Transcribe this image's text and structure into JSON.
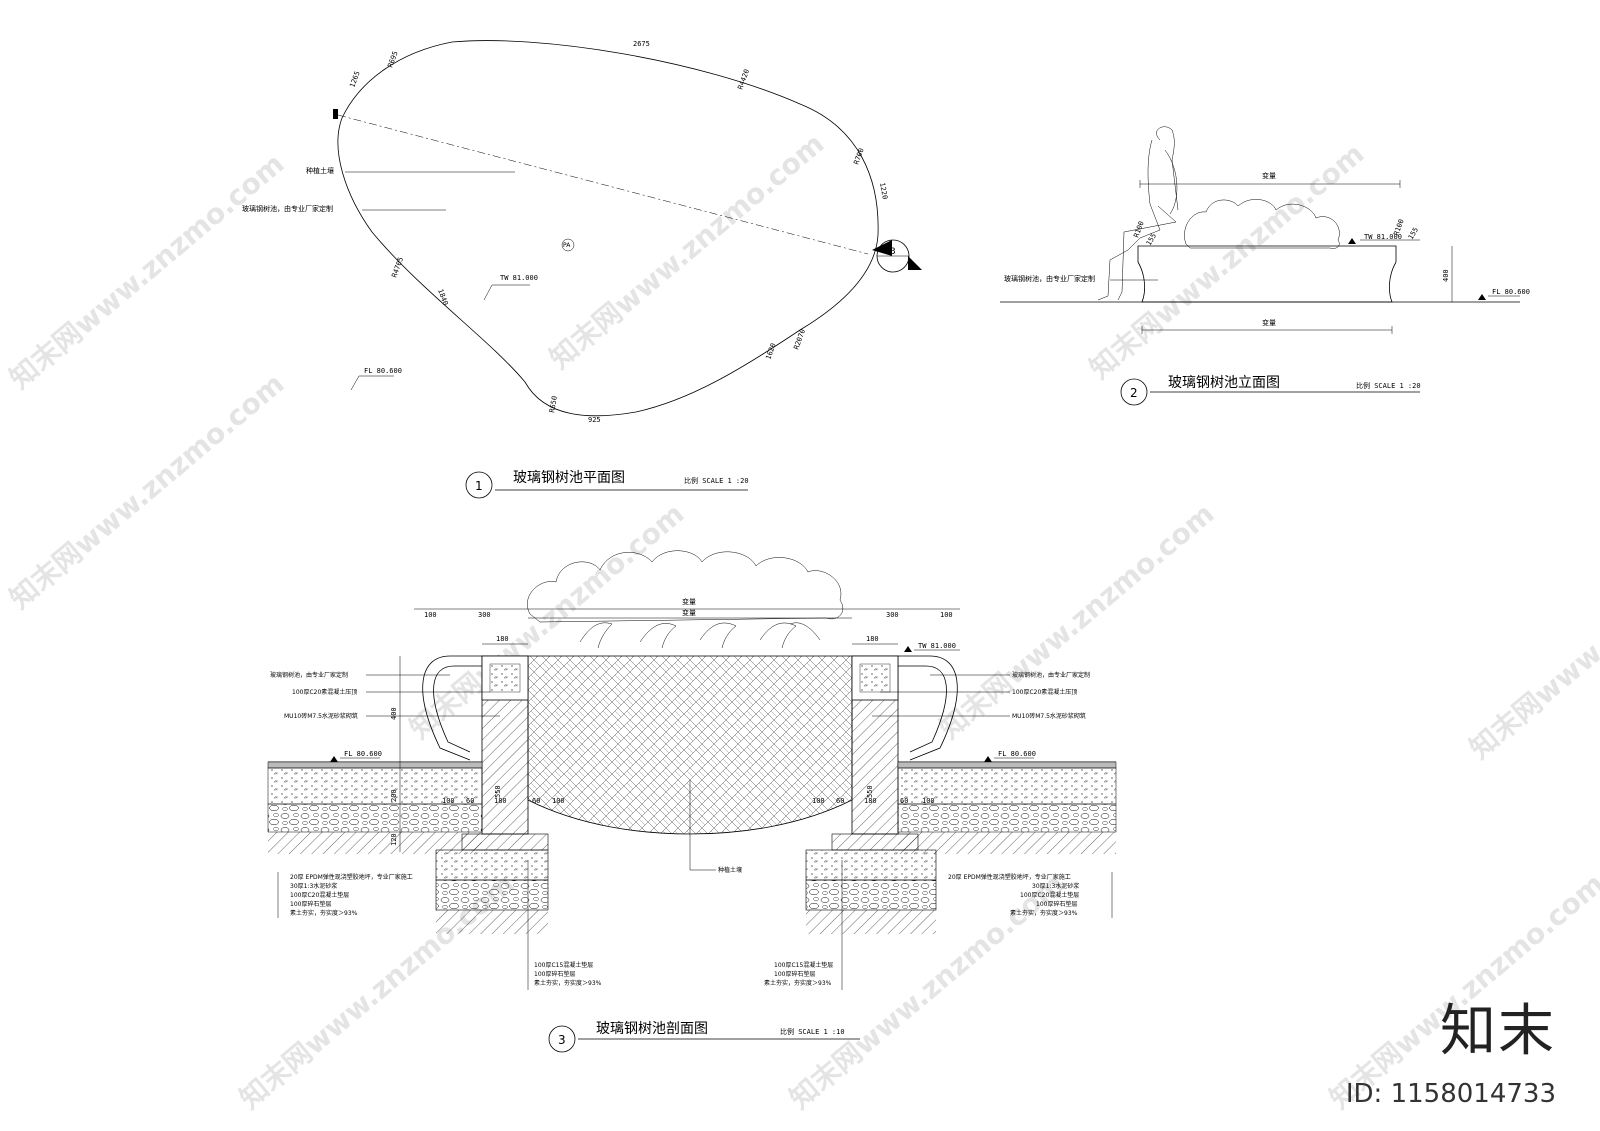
{
  "plan": {
    "title": "玻璃钢树池平面图",
    "number": "1",
    "scale": "比例 SCALE 1 :20",
    "dims": [
      "2675",
      "R4420",
      "R700",
      "1220",
      "R2070",
      "1620",
      "925",
      "R650",
      "1840",
      "R4705",
      "1265",
      "R695"
    ],
    "labels": {
      "soil": "种植土壤",
      "pool": "玻璃钢树池，由专业厂家定制",
      "pa": "PA",
      "tw": "TW 81.000",
      "fl": "FL 80.600",
      "section_ref": "3"
    }
  },
  "elevation": {
    "title": "玻璃钢树池立面图",
    "number": "2",
    "scale": "比例 SCALE 1 :20",
    "var_top": "变量",
    "var_bottom": "变量",
    "tw": "TW 81.000",
    "fl": "FL 80.600",
    "height": "400",
    "pool_label": "玻璃钢树池，由专业厂家定制",
    "r155a": "155",
    "r155b": "155",
    "r100a": "R100",
    "r100b": "R100"
  },
  "section": {
    "title": "玻璃钢树池剖面图",
    "number": "3",
    "scale": "比例 SCALE 1 :10",
    "var_top": "变量",
    "var_mid": "变量",
    "d100": "100",
    "d300": "300",
    "d180": "180",
    "d60": "60",
    "d400": "400",
    "d550": "550",
    "d200": "200",
    "d120": "120",
    "tw": "TW 81.000",
    "fl": "FL 80.600",
    "soil": "种植土壤",
    "left_top": [
      "玻璃钢树池，由专业厂家定制",
      "100厚C20素混凝土压顶",
      "MU10砖M7.5水泥砂浆砌筑"
    ],
    "right_top": [
      "玻璃钢树池，由专业厂家定制",
      "100厚C20素混凝土压顶",
      "MU10砖M7.5水泥砂浆砌筑"
    ],
    "left_layers": [
      "20厚 EPDM弹性现浇塑胶地坪，专业厂家施工",
      "30厚1:3水泥砂浆",
      "100厚C20混凝土垫层",
      "100厚碎石垫层",
      "素土夯实，夯实度＞93%"
    ],
    "right_layers": [
      "20厚 EPDM弹性现浇塑胶地坪，专业厂家施工",
      "30厚1:3水泥砂浆",
      "100厚C20混凝土垫层",
      "100厚碎石垫层",
      "素土夯实，夯实度＞93%"
    ],
    "bottom_left": [
      "100厚C15混凝土垫层",
      "100厚碎石垫层",
      "素土夯实，夯实度＞93%"
    ],
    "bottom_right": [
      "100厚C15混凝土垫层",
      "100厚碎石垫层",
      "素土夯实，夯实度＞93%"
    ]
  },
  "watermark": "知末网www.znzmo.com",
  "brand": "知末",
  "id_text": "ID: 1158014733"
}
